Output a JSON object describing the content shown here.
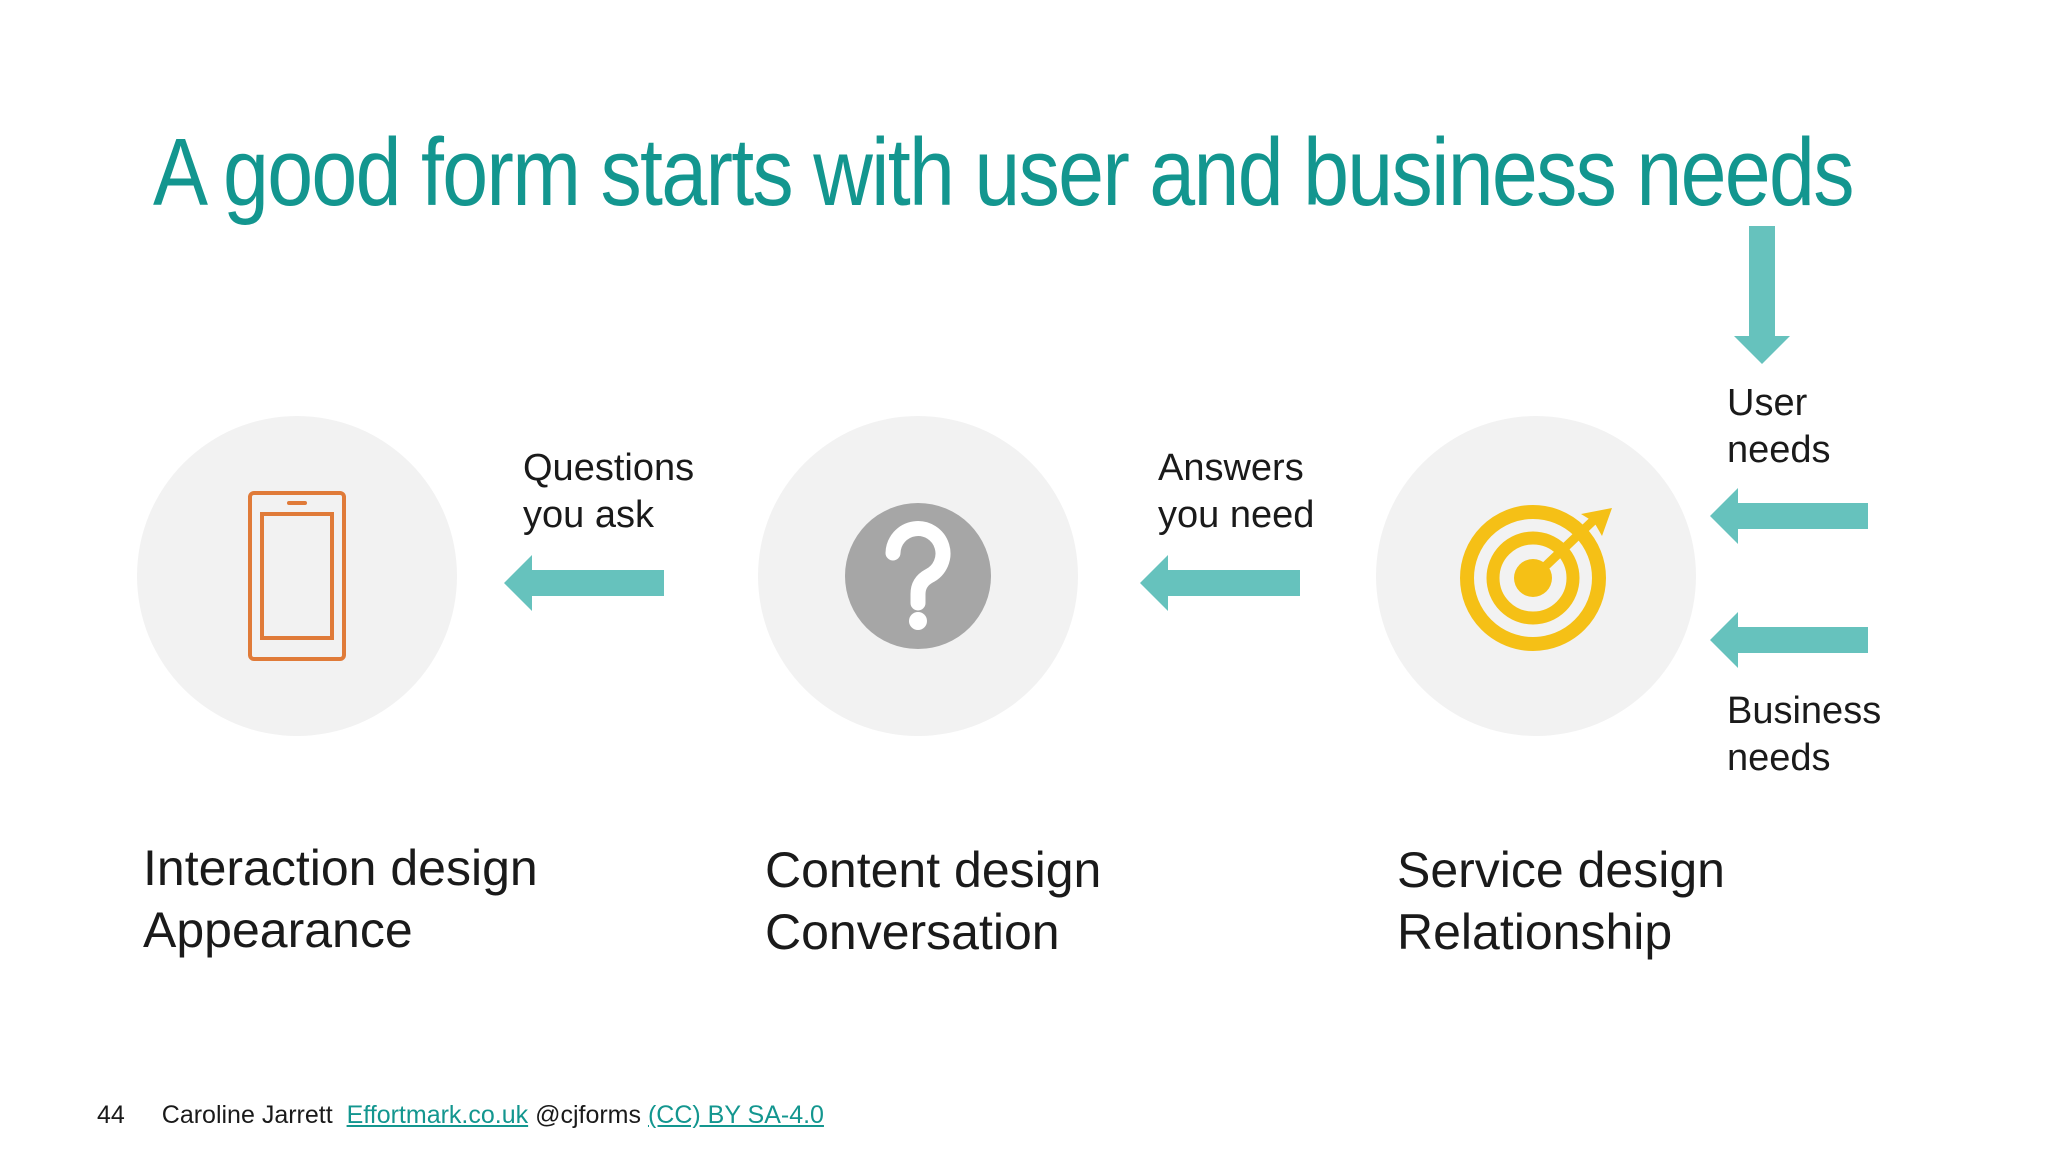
{
  "title": "A good form starts with user and business needs",
  "colors": {
    "title": "#13968f",
    "arrow": "#66c2bd",
    "circle": "#f2f2f2",
    "phone_icon": "#e07b39",
    "question_icon": "#a6a6a6",
    "target_icon": "#f5c016",
    "link": "#13968f"
  },
  "icons": {
    "interaction": "mobile-phone-icon",
    "content": "question-mark-icon",
    "service": "target-icon"
  },
  "arrows": {
    "questions": {
      "line1": "Questions",
      "line2": "you ask"
    },
    "answers": {
      "line1": "Answers",
      "line2": "you need"
    },
    "user_needs": {
      "line1": "User",
      "line2": "needs"
    },
    "business_needs": {
      "line1": "Business",
      "line2": "needs"
    }
  },
  "captions": {
    "interaction": {
      "line1": "Interaction design",
      "line2": "Appearance"
    },
    "content": {
      "line1": "Content design",
      "line2": "Conversation"
    },
    "service": {
      "line1": "Service design",
      "line2": "Relationship"
    }
  },
  "footer": {
    "page_number": "44",
    "author": "Caroline Jarrett",
    "website": "Effortmark.co.uk",
    "handle": "@cjforms",
    "license": "(CC) BY SA-4.0"
  }
}
